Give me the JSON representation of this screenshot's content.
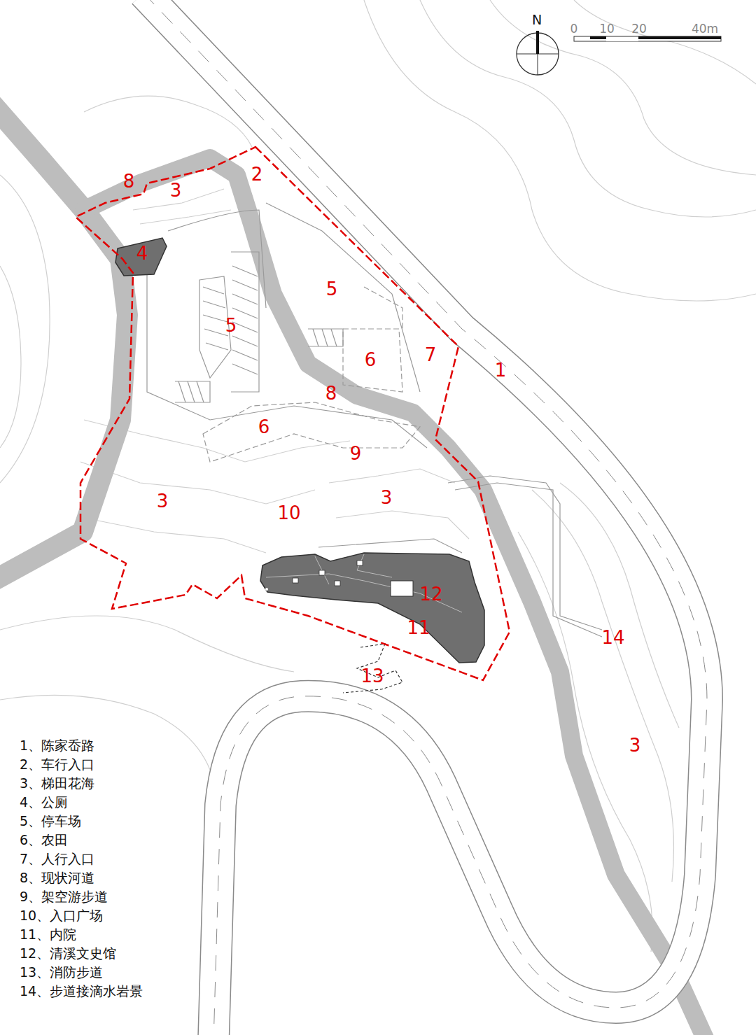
{
  "diagram": {
    "labels": [
      "N",
      "0",
      "10",
      "20",
      "40m",
      "2",
      "8",
      "3",
      "4",
      "5",
      "5",
      "6",
      "7",
      "1",
      "8",
      "6",
      "9",
      "3",
      "10",
      "3",
      "12",
      "11",
      "14",
      "13",
      "3"
    ],
    "legend": [
      {
        "text": "1、陈家岙路"
      },
      {
        "text": "2、车行入口"
      },
      {
        "text": "3、梯田花海"
      },
      {
        "text": "4、公厕"
      },
      {
        "text": "5、停车场"
      },
      {
        "text": "6、农田"
      },
      {
        "text": "7、人行入口"
      },
      {
        "text": "8、现状河道"
      },
      {
        "text": "9、架空游步道"
      },
      {
        "text": "10、入口广场"
      },
      {
        "text": "11、内院"
      },
      {
        "text": "12、清溪文史馆"
      },
      {
        "text": "13、消防步道"
      },
      {
        "text": "14、步道接滴水岩景"
      }
    ]
  }
}
